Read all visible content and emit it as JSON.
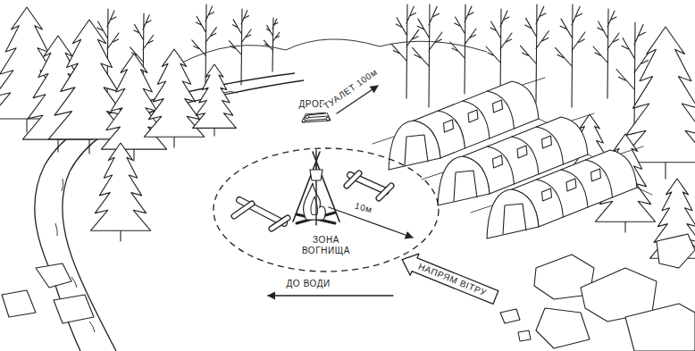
{
  "diagram": {
    "nodes": [
      {
        "text": [
          "ЗОНА ВОГНИЩА"
        ]
      },
      {
        "text": [
          "НАПРЯМ ВІТРУ"
        ]
      }
    ],
    "labels": [
      "ДРОВА",
      "ТУАЛЕТ 100м",
      "10м",
      "ДО ВОДИ"
    ]
  }
}
